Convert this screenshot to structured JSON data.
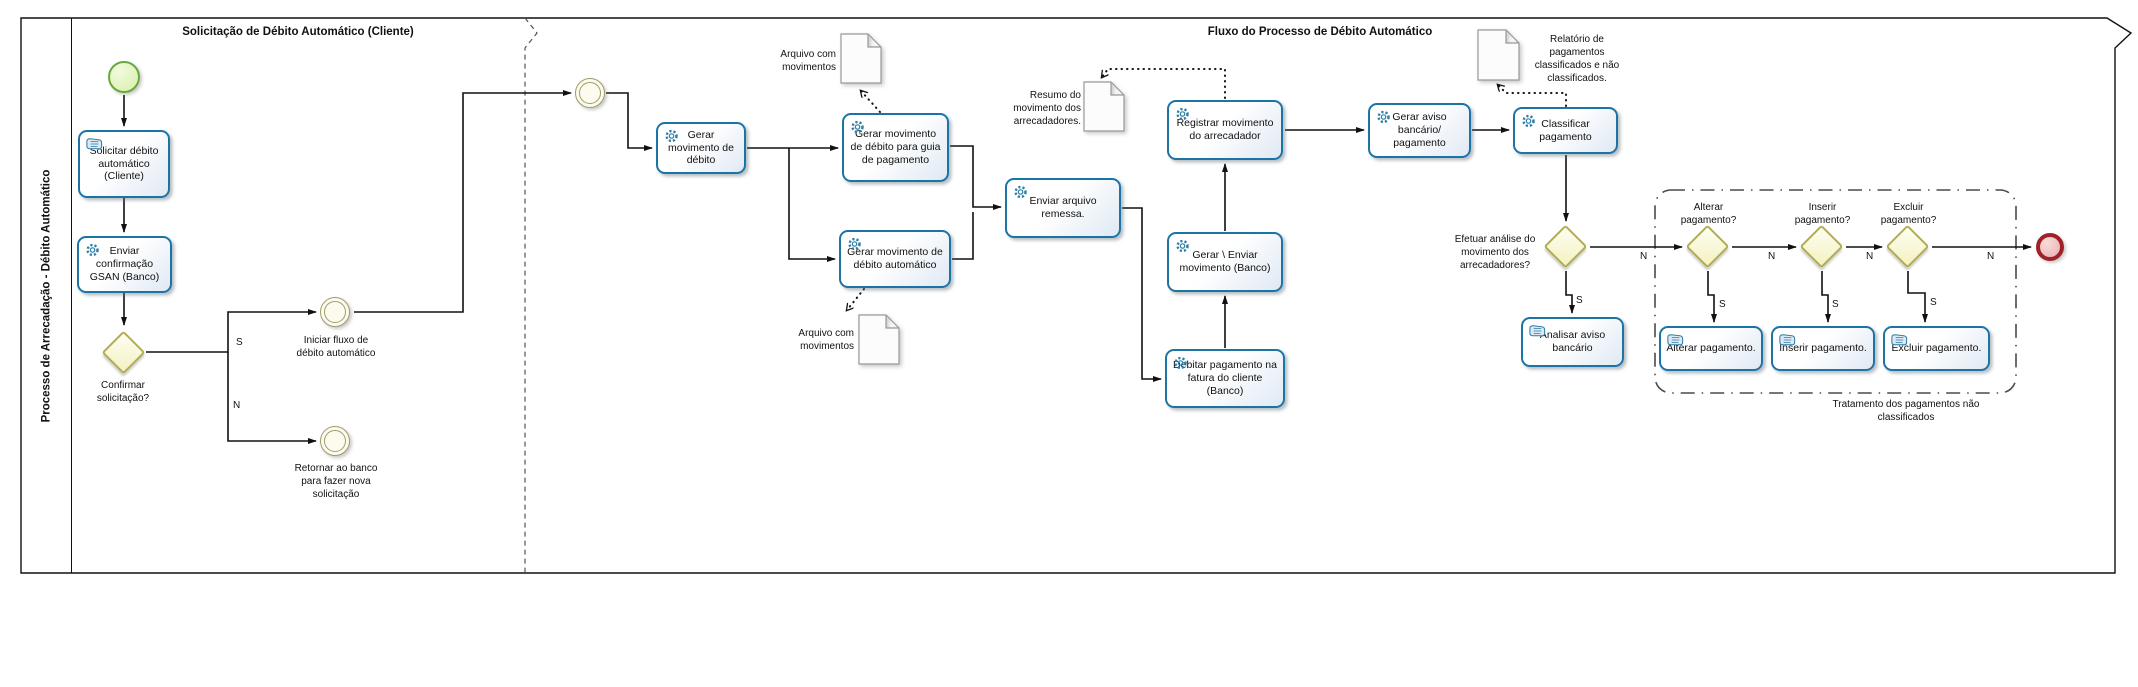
{
  "pool": {
    "title": "Processo de Arrecadação - Débito Automático"
  },
  "phases": [
    {
      "title": "Solicitação  de Débito Automático (Cliente)"
    },
    {
      "title": "Fluxo do Processo de Débito Automático"
    }
  ],
  "nodes": {
    "start_event": {
      "type": "start-event",
      "label": ""
    },
    "task_solicitar": {
      "type": "manual-task",
      "label": "Solicitar débito automático (Cliente)"
    },
    "task_enviar_confirmacao": {
      "type": "service-task",
      "label": "Enviar confirmação GSAN (Banco)"
    },
    "gw_confirmar": {
      "type": "gateway",
      "label": "Confirmar solicitação?"
    },
    "ev_iniciar": {
      "type": "intermediate-event",
      "label": "Iniciar fluxo de débito automático"
    },
    "ev_retornar": {
      "type": "intermediate-event",
      "label": "Retornar ao banco para fazer nova solicitação"
    },
    "ev_link": {
      "type": "intermediate-event",
      "label": ""
    },
    "task_gerar_mov": {
      "type": "service-task",
      "label": "Gerar movimento de débito"
    },
    "doc_arquivo_1": {
      "type": "data-object",
      "label": "Arquivo com movimentos"
    },
    "task_gerar_guia": {
      "type": "service-task",
      "label": "Gerar movimento de débito para guia de pagamento"
    },
    "task_gerar_auto": {
      "type": "service-task",
      "label": "Gerar movimento de débito automático"
    },
    "doc_arquivo_2": {
      "type": "data-object",
      "label": "Arquivo com movimentos"
    },
    "task_enviar_remessa": {
      "type": "service-task",
      "label": "Enviar arquivo remessa."
    },
    "doc_resumo": {
      "type": "data-object",
      "label": "Resumo do movimento dos arrecadadores."
    },
    "task_registrar": {
      "type": "service-task",
      "label": "Registrar movimento do arrecadador"
    },
    "task_gerar_aviso": {
      "type": "service-task",
      "label": "Gerar aviso bancário/ pagamento"
    },
    "task_classificar": {
      "type": "service-task",
      "label": "Classificar pagamento"
    },
    "doc_relatorio": {
      "type": "data-object",
      "label": "Relatório de pagamentos classificados e não classificados."
    },
    "task_gerar_enviar": {
      "type": "service-task",
      "label": "Gerar \\ Enviar movimento (Banco)"
    },
    "task_debitar": {
      "type": "service-task",
      "label": "Debitar pagamento na fatura do cliente (Banco)"
    },
    "gw_efetuar": {
      "type": "gateway",
      "label": "Efetuar análise do movimento dos arrecadadores?"
    },
    "task_analisar": {
      "type": "manual-task",
      "label": "Analisar aviso bancário"
    },
    "gw_alterar": {
      "type": "gateway",
      "label": "Alterar pagamento?"
    },
    "gw_inserir": {
      "type": "gateway",
      "label": "Inserir pagamento?"
    },
    "gw_excluir": {
      "type": "gateway",
      "label": "Excluir pagamento?"
    },
    "task_alterar": {
      "type": "manual-task",
      "label": "Alterar pagamento."
    },
    "task_inserir": {
      "type": "manual-task",
      "label": "Inserir pagamento."
    },
    "task_excluir": {
      "type": "manual-task",
      "label": "Excluir pagamento."
    },
    "end_event": {
      "type": "end-event",
      "label": ""
    }
  },
  "group": {
    "label": "Tratamento dos pagamentos não classificados"
  },
  "edge_labels": {
    "yes": "S",
    "no": "N"
  },
  "icons": {
    "service_task": "gear-icon",
    "manual_task": "hand-icon",
    "data_object": "document-icon"
  },
  "colors": {
    "task_border": "#1C74A4",
    "task_fill": "#DFE9F4",
    "gateway_border": "#B2AB50",
    "gateway_fill": "#F3F1C2",
    "intermediate_event_border": "#9F9C6D",
    "start_event_border": "#69A83D",
    "start_event_fill": "#D8EFA9",
    "end_event_border": "#9E2227",
    "end_event_fill": "#EBADAD",
    "flow_line": "#111111",
    "document_border": "#999999"
  }
}
